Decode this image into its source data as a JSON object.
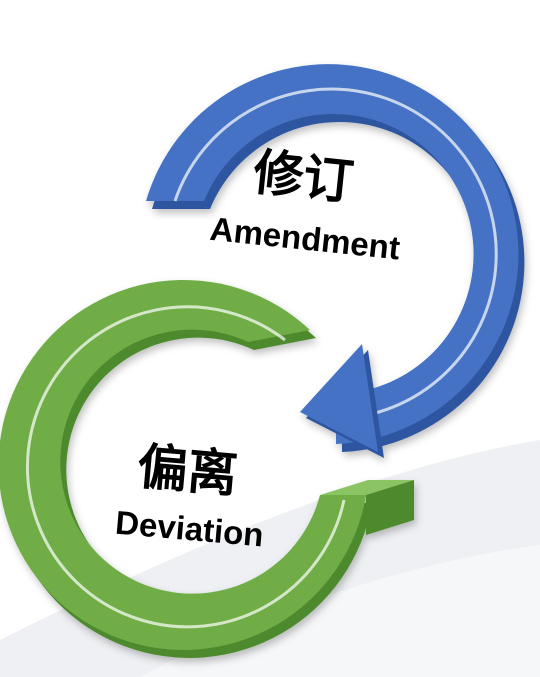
{
  "cycle": {
    "top": {
      "label_zh": "修订",
      "label_en": "Amendment"
    },
    "bottom": {
      "label_zh": "偏离",
      "label_en": "Deviation"
    }
  },
  "colors": {
    "top_arrow": "#4472C4",
    "top_arrow_dark": "#2F56A0",
    "bottom_arrow": "#70AD47",
    "bottom_arrow_dark": "#4E8A2E",
    "background_swoosh": "#EEF0F3"
  }
}
